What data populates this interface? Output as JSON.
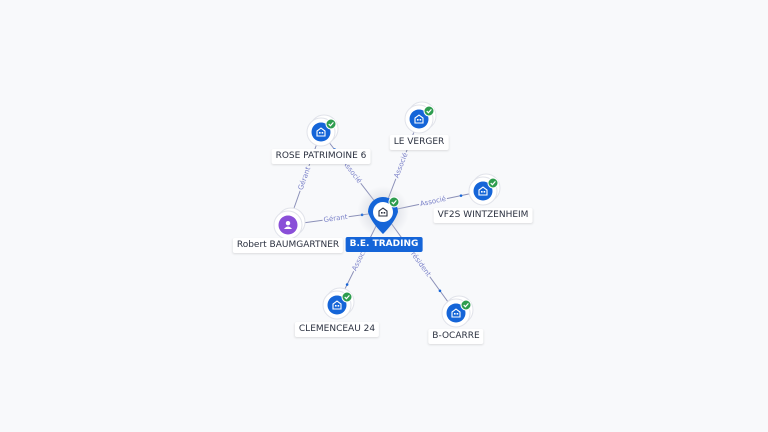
{
  "colors": {
    "company": "#1565d8",
    "person": "#8a4fd8",
    "check": "#2e9d4f",
    "edge": "#8b90b8",
    "edge_label": "#7b82c9"
  },
  "center": {
    "label": "B.E. TRADING",
    "icon": "building-icon"
  },
  "nodes": [
    {
      "id": "rose",
      "label": "ROSE PATRIMOINE 6",
      "type": "company",
      "icon": "building-icon",
      "verified": true
    },
    {
      "id": "verger",
      "label": "LE VERGER",
      "type": "company",
      "icon": "building-icon",
      "verified": true
    },
    {
      "id": "vf2s",
      "label": "VF2S WINTZENHEIM",
      "type": "company",
      "icon": "building-icon",
      "verified": true
    },
    {
      "id": "robert",
      "label": "Robert BAUMGARTNER",
      "type": "person",
      "icon": "user-icon",
      "verified": false
    },
    {
      "id": "clem",
      "label": "CLEMENCEAU 24",
      "type": "company",
      "icon": "building-icon",
      "verified": true
    },
    {
      "id": "bocarre",
      "label": "B-OCARRE",
      "type": "company",
      "icon": "building-icon",
      "verified": true
    }
  ],
  "edges": [
    {
      "from": "center",
      "to": "rose",
      "label": "Associé"
    },
    {
      "from": "center",
      "to": "verger",
      "label": "Associé"
    },
    {
      "from": "center",
      "to": "vf2s",
      "label": "Associé"
    },
    {
      "from": "robert",
      "to": "center",
      "label": "Gérant"
    },
    {
      "from": "robert",
      "to": "rose",
      "label": "Gérant"
    },
    {
      "from": "center",
      "to": "clem",
      "label": "Associé"
    },
    {
      "from": "center",
      "to": "bocarre",
      "label": "Président"
    }
  ]
}
